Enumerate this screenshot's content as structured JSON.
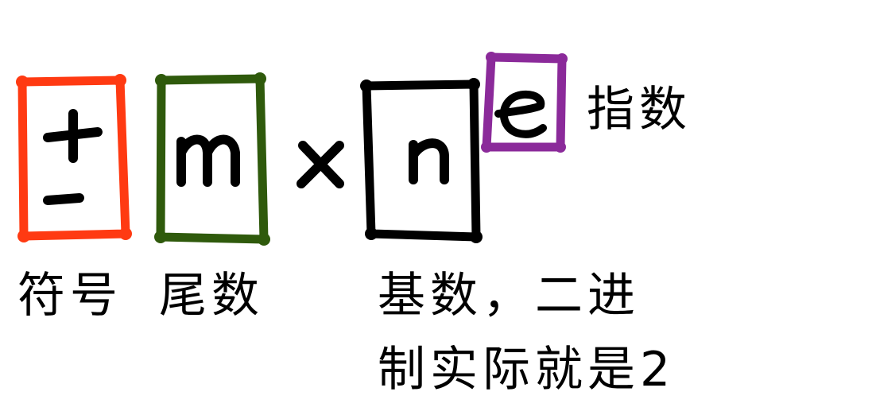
{
  "diagram": {
    "formula_symbols": {
      "sign": "±",
      "mantissa": "m",
      "times": "×",
      "base": "n",
      "exponent": "e"
    },
    "labels": {
      "exponent": "指数",
      "sign": "符号",
      "mantissa": "尾数",
      "base_line1": "基数，二进",
      "base_line2": "制实际就是2"
    },
    "colors": {
      "sign_box": "#ff3a12",
      "mantissa_box": "#2f5a0c",
      "base_box": "#000000",
      "exponent_box": "#8b2a9a",
      "ink": "#000000"
    }
  }
}
